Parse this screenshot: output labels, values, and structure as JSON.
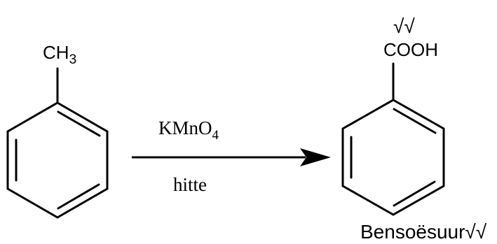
{
  "reactant": {
    "substituent": "CH",
    "substituent_subscript": "3"
  },
  "reagent": {
    "formula": "KMnO",
    "formula_subscript": "4",
    "condition": "hitte"
  },
  "product": {
    "marks": "√√",
    "substituent": "COOH",
    "name": "Bensoësuur√√"
  },
  "colors": {
    "ink": "#000000",
    "background": "#ffffff"
  }
}
